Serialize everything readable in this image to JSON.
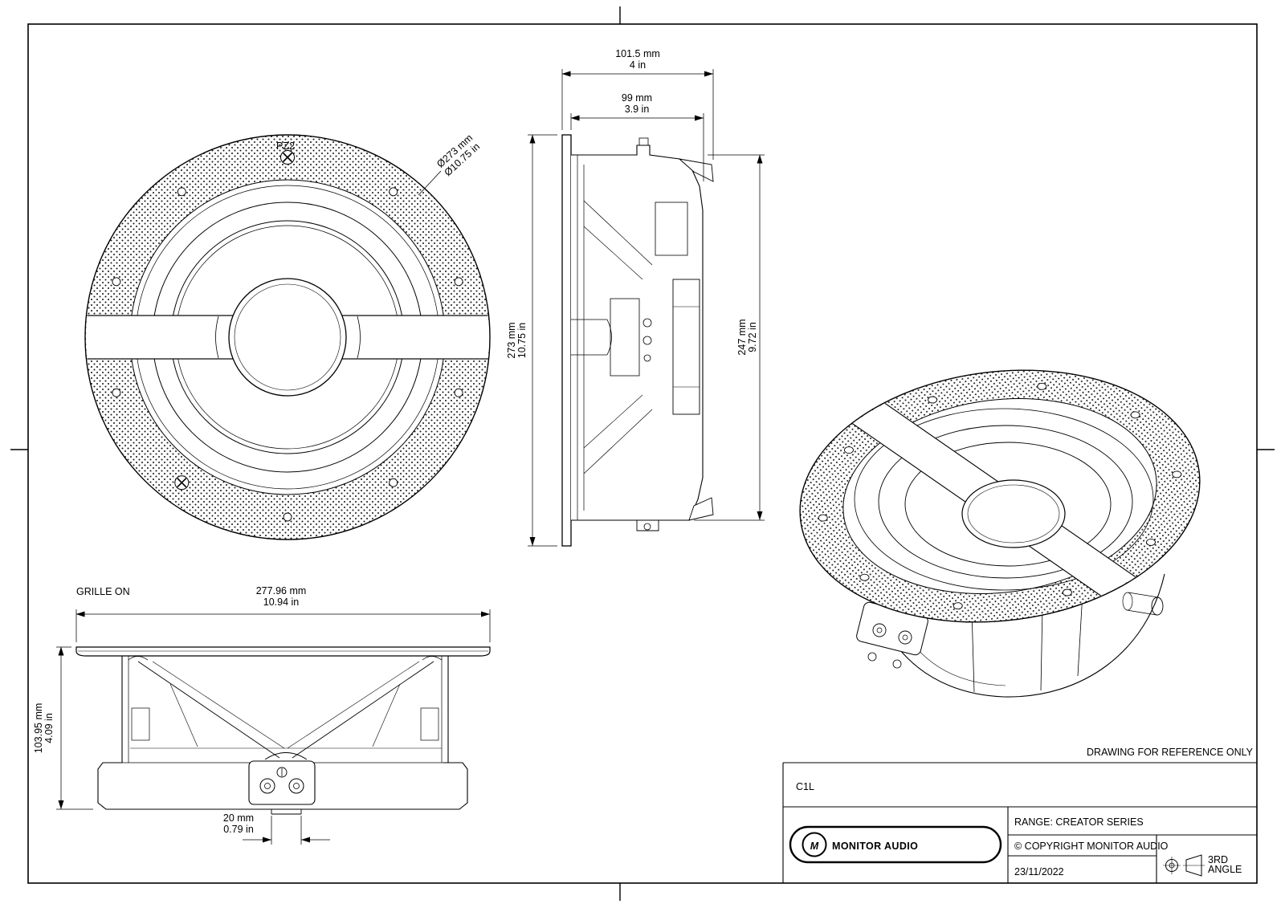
{
  "front_view": {
    "diameter_mm": "Ø273 mm",
    "diameter_in": "Ø10.75 in",
    "screw_label": "PZ2"
  },
  "side_view": {
    "overall_depth_mm": "101.5 mm",
    "overall_depth_in": "4 in",
    "body_depth_mm": "99 mm",
    "body_depth_in": "3.9 in",
    "height_mm": "273 mm",
    "height_in": "10.75 in",
    "inner_height_mm": "247 mm",
    "inner_height_in": "9.72 in"
  },
  "grille_view": {
    "label": "GRILLE ON",
    "width_mm": "277.96 mm",
    "width_in": "10.94 in",
    "height_mm": "103.95 mm",
    "height_in": "4.09 in",
    "stub_mm": "20 mm",
    "stub_in": "0.79 in"
  },
  "title_block": {
    "note": "DRAWING FOR REFERENCE ONLY",
    "model": "C1L",
    "logo_monogram": "M",
    "brand": "MONITOR AUDIO",
    "range": "RANGE: CREATOR SERIES",
    "copyright": "© COPYRIGHT MONITOR AUDIO",
    "date": "23/11/2022",
    "projection_line1": "3RD",
    "projection_line2": "ANGLE"
  }
}
